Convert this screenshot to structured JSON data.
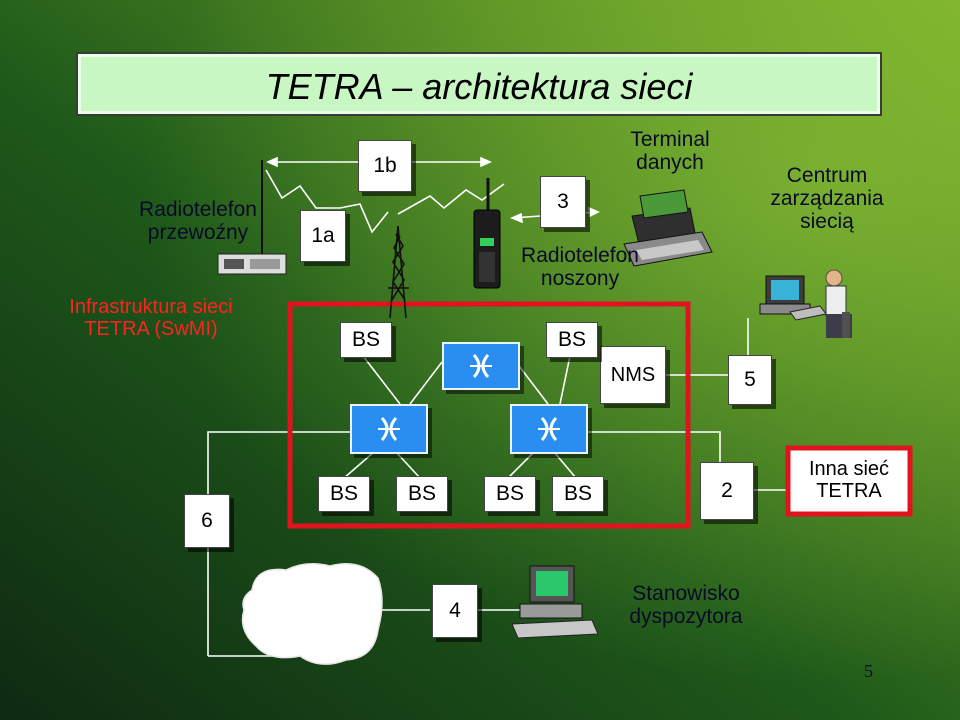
{
  "title": "TETRA – architektura sieci",
  "labels": {
    "radiotelefon_przewozny": "Radiotelefon przewoźny",
    "infrastruktura": "Infrastruktura sieci TETRA (SwMI)",
    "terminal_danych": "Terminal danych",
    "centrum": "Centrum zarządzania siecią",
    "radiotelefon_noszony": "Radiotelefon noszony",
    "stanowisko": "Stanowisko dyspozytora"
  },
  "interfaces": {
    "i1a": "1a",
    "i1b": "1b",
    "i2": "2",
    "i3": "3",
    "i4": "4",
    "i5": "5",
    "i6": "6"
  },
  "bs_label": "BS",
  "nms_label": "NMS",
  "inna_siec": "Inna sieć TETRA",
  "page_number": "5",
  "colors": {
    "background_bright": "#6ea020",
    "background_dark": "#0e2a12",
    "title_bar": "#c9f7c4",
    "switch_blue": "#2a8df0",
    "red_frame": "#e0141e",
    "infra_text": "#ff2222"
  },
  "icons": [
    "switch-icon",
    "antenna-tower-icon",
    "handheld-radio-icon",
    "mobile-radio-icon",
    "laptop-icon",
    "operator-workstation-icon",
    "dispatcher-console-icon",
    "cloud-icon"
  ]
}
